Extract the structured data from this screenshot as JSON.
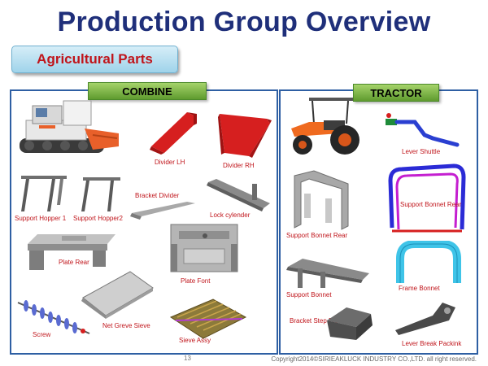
{
  "slide": {
    "title": "Production Group Overview",
    "category": "Agricultural Parts",
    "page_number": "13",
    "copyright": "Copyright2014©SIRIEAKLUCK INDUSTRY CO.,LTD. all right reserved."
  },
  "combine": {
    "heading": "COMBINE",
    "parts": {
      "divider_lh": "Divider LH",
      "divider_rh": "Divider RH",
      "bracket_divider": "Bracket Divider",
      "support_hopper_1": "Support Hopper 1",
      "support_hopper_2": "Support Hopper2",
      "lock_cylender": "Lock cylender",
      "plate_rear": "Plate  Rear",
      "plate_font": "Plate Font",
      "net_greve_sieve": "Net Greve Sieve",
      "screw": "Screw",
      "sieve_assy": "Sieve Assy"
    }
  },
  "tractor": {
    "heading": "TRACTOR",
    "parts": {
      "lever_shuttle": "Lever Shuttle",
      "support_bonnet_rear": "Support Bonnet Rear",
      "support_bonnet_rear_2": "Support Bonnet Rear",
      "support_bonnet": "Support Bonnet",
      "frame_bonnet": "Frame Bonnet",
      "bracket_step_front": "Bracket Step Front",
      "lever_break_packink": "Lever Break Packink"
    }
  },
  "colors": {
    "title": "#1f2f7a",
    "label": "#c0151b",
    "panel_border": "#2e5fa3",
    "tag_green": "#6aa936",
    "category_bg": "#aedbef"
  }
}
